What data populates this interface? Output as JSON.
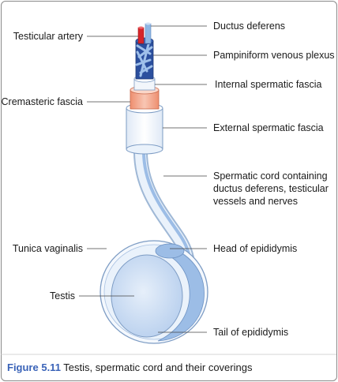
{
  "labels": {
    "ductus_deferens": "Ductus deferens",
    "testicular_artery": "Testicular artery",
    "pampiniform": "Pampiniform venous plexus",
    "internal_fascia": "Internal spermatic fascia",
    "cremasteric_fascia": "Cremasteric fascia",
    "external_fascia": "External spermatic fascia",
    "spermatic_cord_1": "Spermatic cord containing",
    "spermatic_cord_2": "ductus deferens, testicular",
    "spermatic_cord_3": "vessels and nerves",
    "tunica_vaginalis": "Tunica vaginalis",
    "head_epididymis": "Head of epididymis",
    "testis": "Testis",
    "tail_epididymis": "Tail of epididymis"
  },
  "caption": {
    "number": "Figure 5.11",
    "text": " Testis, spermatic cord and their coverings"
  },
  "colors": {
    "artery": "#d6252a",
    "vein": "#2b4f9e",
    "ductus": "#8fb6e3",
    "cremasteric": "#f3a98c",
    "sheath": "#eaf2fb",
    "testis": "#c9dbf2",
    "epididymis": "#9cbde6",
    "caption_blue": "#3a63b8"
  }
}
